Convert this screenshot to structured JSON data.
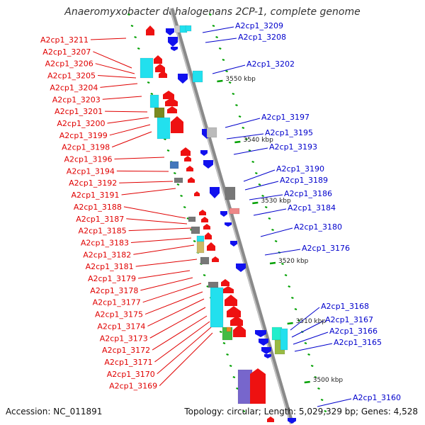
{
  "title": "Anaeromyxobacter dehalogenans 2CP-1, complete genome",
  "footer": {
    "accession": "Accession: NC_011891",
    "topology": "Topology: circular; Length: 5,029,329 bp; Genes: 4,528"
  },
  "colors": {
    "left_label": "#e00000",
    "right_label": "#0000cc",
    "backbone": "#909090",
    "tick": "#00a000"
  },
  "scale_labels": [
    "3550 kbp",
    "3540 kbp",
    "3530 kbp",
    "3520 kbp",
    "3510 kbp",
    "3500 kbp"
  ],
  "left_labels": [
    "A2cp1_3211",
    "A2cp1_3207",
    "A2cp1_3206",
    "A2cp1_3205",
    "A2cp1_3204",
    "A2cp1_3203",
    "A2cp1_3201",
    "A2cp1_3200",
    "A2cp1_3199",
    "A2cp1_3198",
    "A2cp1_3196",
    "A2cp1_3194",
    "A2cp1_3192",
    "A2cp1_3191",
    "A2cp1_3188",
    "A2cp1_3187",
    "A2cp1_3185",
    "A2cp1_3183",
    "A2cp1_3182",
    "A2cp1_3181",
    "A2cp1_3179",
    "A2cp1_3178",
    "A2cp1_3177",
    "A2cp1_3175",
    "A2cp1_3174",
    "A2cp1_3173",
    "A2cp1_3172",
    "A2cp1_3171",
    "A2cp1_3170",
    "A2cp1_3169"
  ],
  "right_labels": [
    "A2cp1_3209",
    "A2cp1_3208",
    "A2cp1_3202",
    "A2cp1_3197",
    "A2cp1_3195",
    "A2cp1_3193",
    "A2cp1_3190",
    "A2cp1_3189",
    "A2cp1_3186",
    "A2cp1_3184",
    "A2cp1_3180",
    "A2cp1_3176",
    "A2cp1_3168",
    "A2cp1_3167",
    "A2cp1_3166",
    "A2cp1_3165",
    "A2cp1_3160"
  ]
}
